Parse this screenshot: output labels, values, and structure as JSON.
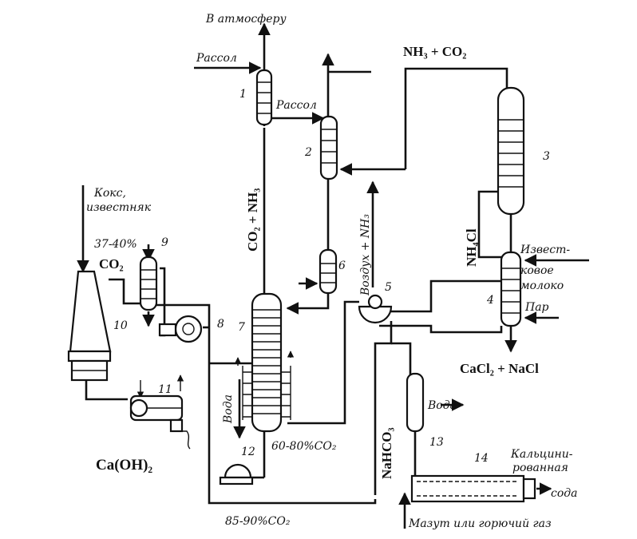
{
  "labels": {
    "atmosphere": "В атмосферу",
    "brine_in": "Рассол",
    "brine_mid": "Рассол",
    "nh3_co2": "NH₃ + CO₂",
    "co2_nh3": "CO₂ + NH₃",
    "air_nh3": "Воздух + NH₃",
    "nh4cl": "NH₄Cl",
    "coke": "Кокс,",
    "limestone": "известняк",
    "co2_pct": "37-40%",
    "co2": "CO₂",
    "lime_milk_1": "Извест-",
    "lime_milk_2": "ковое",
    "lime_milk_3": "молоко",
    "steam": "Пар",
    "cacl2_nacl": "CaCl₂ + NaCl",
    "water_7": "Вода",
    "water_13": "Вода",
    "nahco3": "NaHCO₃",
    "caoh2": "Ca(OH)₂",
    "co2_60_80": "60-80%CO₂",
    "co2_85_90": "85-90%CO₂",
    "calcined_1": "Кальцини-",
    "calcined_2": "рованная",
    "soda": "сода",
    "fuel": "Мазут или горючий газ"
  },
  "numbers": {
    "n1": "1",
    "n2": "2",
    "n3": "3",
    "n4": "4",
    "n5": "5",
    "n6": "6",
    "n7": "7",
    "n8": "8",
    "n9": "9",
    "n10": "10",
    "n11": "11",
    "n12": "12",
    "n13": "13",
    "n14": "14"
  }
}
